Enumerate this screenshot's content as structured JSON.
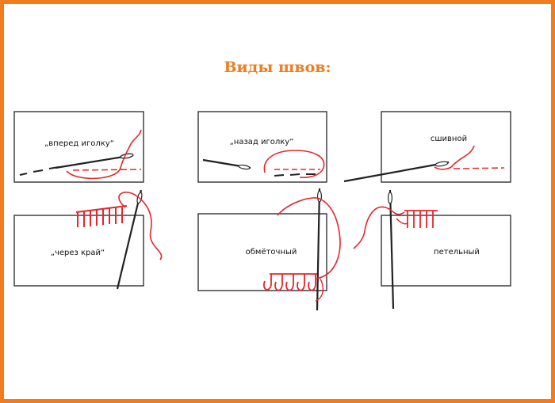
{
  "title": "Виды швов:",
  "colors": {
    "frame": "#f07c1e",
    "title": "#f07c1e",
    "thread": "#e5262c",
    "needle": "#222222"
  },
  "stitches": [
    {
      "label": "„вперед  иголку“"
    },
    {
      "label": "„назад  иголку“"
    },
    {
      "label": "сшивной"
    },
    {
      "label": "„через  край“"
    },
    {
      "label": "обмёточный"
    },
    {
      "label": "петельный"
    }
  ]
}
